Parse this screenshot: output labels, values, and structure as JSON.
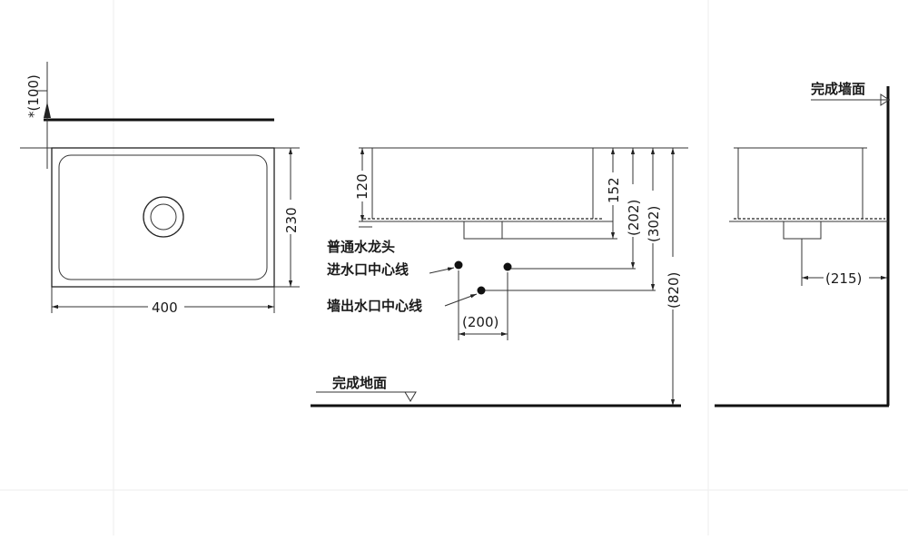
{
  "plan_view": {
    "wall_offset_label": "*(100)",
    "height_label": "230",
    "width_label": "400"
  },
  "front_view": {
    "basin_height_label": "120",
    "dim_152": "152",
    "dim_202": "(202)",
    "dim_302": "(302)",
    "dim_820": "(820)",
    "dim_200": "(200)",
    "faucet_inlet_line1": "普通水龙头",
    "faucet_inlet_line2": "进水口中心线",
    "wall_outlet_label": "墙出水口中心线",
    "floor_label": "完成地面"
  },
  "side_view": {
    "wall_label": "完成墙面",
    "drain_offset_label": "(215)"
  }
}
